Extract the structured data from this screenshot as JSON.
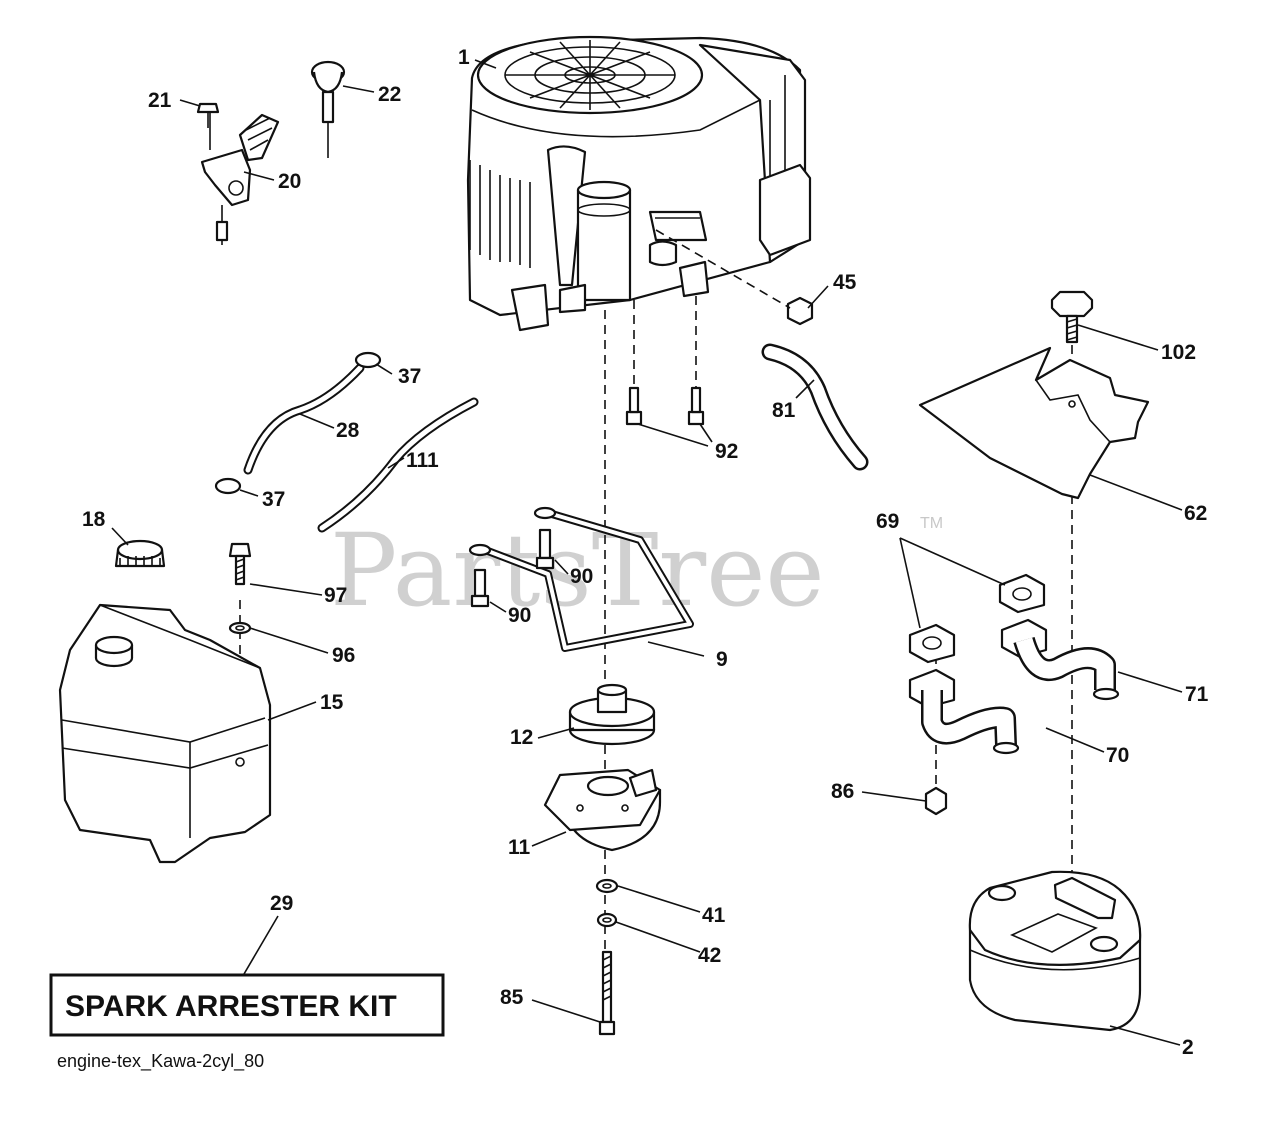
{
  "watermark": {
    "brand": "PartsTree",
    "trademark": "TM"
  },
  "kit_box": {
    "label": "SPARK ARRESTER KIT"
  },
  "caption": "engine-tex_Kawa-2cyl_80",
  "parts": [
    {
      "label": "1",
      "name": "engine"
    },
    {
      "label": "2",
      "name": "muffler"
    },
    {
      "label": "9",
      "name": "tube-frame"
    },
    {
      "label": "11",
      "name": "electric-clutch"
    },
    {
      "label": "12",
      "name": "pulley"
    },
    {
      "label": "15",
      "name": "fuel-tank"
    },
    {
      "label": "18",
      "name": "fuel-cap"
    },
    {
      "label": "20",
      "name": "throttle-control"
    },
    {
      "label": "21",
      "name": "control-screw"
    },
    {
      "label": "22",
      "name": "choke-knob"
    },
    {
      "label": "28",
      "name": "fuel-hose"
    },
    {
      "label": "29",
      "name": "spark-arrester-kit"
    },
    {
      "label": "37",
      "name": "hose-clamp-top"
    },
    {
      "label": "37",
      "name": "hose-clamp-bottom"
    },
    {
      "label": "41",
      "name": "washer"
    },
    {
      "label": "42",
      "name": "lock-washer"
    },
    {
      "label": "45",
      "name": "engine-nut"
    },
    {
      "label": "62",
      "name": "heat-shield"
    },
    {
      "label": "69",
      "name": "gaskets"
    },
    {
      "label": "70",
      "name": "exhaust-pipe-left"
    },
    {
      "label": "71",
      "name": "exhaust-pipe-right"
    },
    {
      "label": "81",
      "name": "oil-drain-hose"
    },
    {
      "label": "85",
      "name": "clutch-bolt"
    },
    {
      "label": "86",
      "name": "exhaust-nut"
    },
    {
      "label": "90",
      "name": "frame-bolt-right"
    },
    {
      "label": "90",
      "name": "frame-bolt-left"
    },
    {
      "label": "92",
      "name": "engine-bolts"
    },
    {
      "label": "96",
      "name": "tank-washer"
    },
    {
      "label": "97",
      "name": "tank-bolt"
    },
    {
      "label": "102",
      "name": "shield-screw"
    },
    {
      "label": "111",
      "name": "vent-hose"
    }
  ]
}
